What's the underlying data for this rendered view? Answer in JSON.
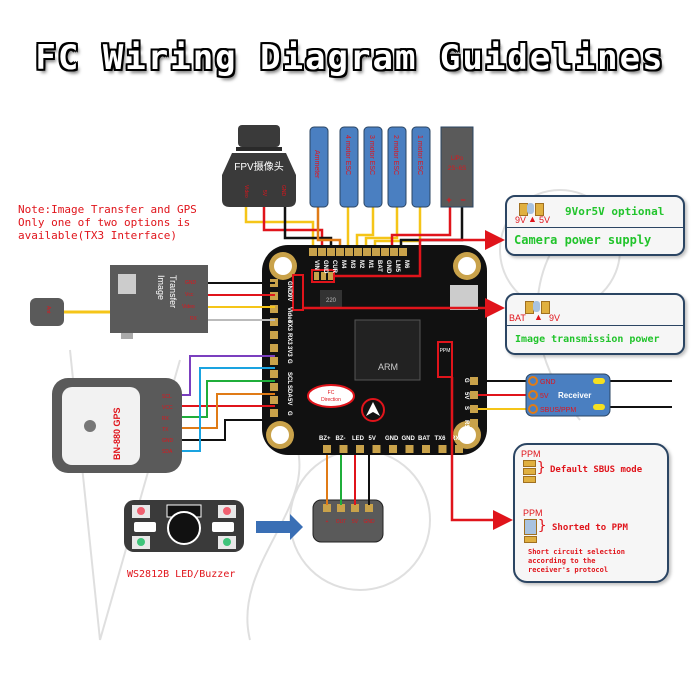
{
  "title": "FC Wiring Diagram Guidelines",
  "note": "Note:Image Transfer and GPS\nOnly one of two options is\navailable(TX3 Interface)",
  "camera": {
    "label": "FPV摄像头",
    "pins": [
      "Video",
      "5V",
      "GND"
    ]
  },
  "ammeter": {
    "label": "Ammeter"
  },
  "escs": [
    {
      "label": "4 motor ESC"
    },
    {
      "label": "3 motor ESC"
    },
    {
      "label": "2 motor ESC"
    },
    {
      "label": "1 motor ESC"
    }
  ],
  "lipo": {
    "line1": "LiPo",
    "line2": "2S~6S",
    "plus": "+",
    "minus": "−"
  },
  "fc_top_pads": [
    "VIN",
    "GND",
    "CUR",
    "M4",
    "M3",
    "M2",
    "M1",
    "BAT",
    "GND",
    "LM5",
    "M6"
  ],
  "fc_left_pads": [
    "GND",
    "9V",
    "Video",
    "TX3",
    "RX3",
    "3V3",
    "G",
    "SCL",
    "SDA",
    "5V",
    "G"
  ],
  "fc_bottom_pads": [
    "BZ+",
    "BZ-",
    "LED",
    "5V",
    "GND",
    "GND",
    "BAT",
    "TX6",
    "RX6"
  ],
  "fc_right_pads": [
    "G",
    "5V",
    "S",
    "RSI"
  ],
  "fc_direction": {
    "line1": "FC",
    "line2": "Direction"
  },
  "fc_chip": {
    "brand": "ARM",
    "inductor": "220"
  },
  "fc_ppm_label": "PPM",
  "fc_selector_labels": [
    "9V",
    "5V"
  ],
  "image_transfer": {
    "label_line1": "Image",
    "label_line2": "Transfer",
    "pins": [
      "GND",
      "Vcc",
      "Video",
      "RX"
    ],
    "antenna_label": "Ant"
  },
  "gps": {
    "label": "BN-880 GPS",
    "pins": [
      "SCL",
      "VCC",
      "RX",
      "TX",
      "GND",
      "SDA"
    ]
  },
  "led_buzzer": {
    "caption": "WS2812B LED/Buzzer",
    "connector_pins": [
      "+",
      "OUT",
      "5V",
      "GND"
    ]
  },
  "camera_power_box": {
    "option_text": "9Vor5V optional",
    "left_label": "9V",
    "right_label": "5V",
    "description": "Camera power supply"
  },
  "image_power_box": {
    "left_label": "BAT",
    "right_label": "9V",
    "description": "Image transmission power"
  },
  "receiver": {
    "label": "Receiver",
    "pins": [
      "GND",
      "5V",
      "SBUS/PPM"
    ]
  },
  "ppm_box": {
    "default_label": "PPM",
    "default_text": "Default SBUS mode",
    "shorted_label": "PPM",
    "shorted_text": "Shorted to PPM",
    "footnote": "Short circuit selection\naccording to the\nreceiver's protocol"
  },
  "colors": {
    "accent_red": "#e0141b",
    "option_green": "#22c42c",
    "esc_blue": "#4a7fc1",
    "board_black": "#111111",
    "pad_gold": "#c9a24a",
    "module_gray": "#5a5a5a"
  }
}
